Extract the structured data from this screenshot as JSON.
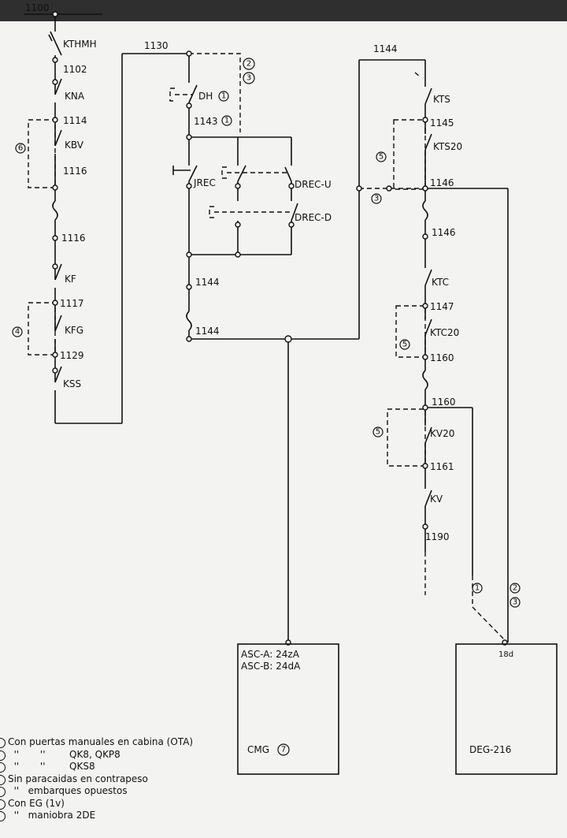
{
  "diagram": {
    "nets": [
      "1100",
      "1102",
      "1114",
      "1116",
      "1116",
      "1117",
      "1129",
      "1130",
      "1143",
      "1144",
      "1144",
      "1144",
      "1145",
      "1146",
      "1146",
      "1147",
      "1160",
      "1160",
      "1161",
      "1190"
    ],
    "contacts": [
      "KTHMH",
      "KNA",
      "KBV",
      "KF",
      "KFG",
      "KSS",
      "DH",
      "JREC",
      "DREC-U",
      "DREC-D",
      "KTS",
      "KTS20",
      "KTC",
      "KTC20",
      "KV20",
      "KV"
    ],
    "note_refs": [
      "1",
      "2",
      "3",
      "4",
      "5",
      "6",
      "7"
    ],
    "boxes": {
      "cmg": {
        "line1": "ASC-A: 24zA",
        "line2": "ASC-B: 24dA",
        "name": "CMG"
      },
      "deg": {
        "terminal": "18d",
        "name": "DEG-216"
      }
    }
  },
  "legend": [
    "Con puertas manuales en cabina (OTA)",
    "  ''       ''        QK8, QKP8",
    "  ''       ''        QKS8",
    "Sin paracaidas en contrapeso",
    "  ''   embarques opuestos",
    "Con EG (1v)",
    "  ''   maniobra 2DE"
  ]
}
